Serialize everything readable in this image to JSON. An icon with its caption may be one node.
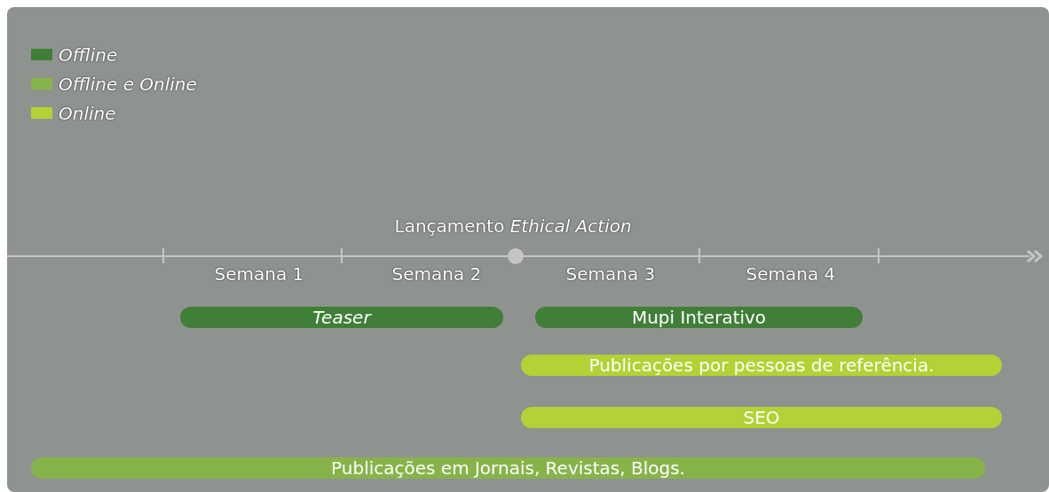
{
  "diagram": {
    "nodes": [
      {
        "text": [
          "Teaser"
        ]
      },
      {
        "text": [
          "Mupi Interativo"
        ]
      },
      {
        "text": [
          "Publicações por pessoas de referência."
        ]
      },
      {
        "text": [
          "SEO"
        ]
      },
      {
        "text": [
          "Publicações em Jornais, Revistas, Blogs."
        ]
      }
    ],
    "edges": [],
    "labels": [
      "Lançamento *Ethical Action*",
      "Semana 1",
      "Semana 2",
      "Semana 3",
      "Semana 4"
    ],
    "legend": [
      {
        "text": "Offline",
        "color": "#3f7f37"
      },
      {
        "text": "Offline e Online",
        "color": "#86b44a"
      },
      {
        "text": "Online",
        "color": "#b2d235"
      }
    ]
  }
}
